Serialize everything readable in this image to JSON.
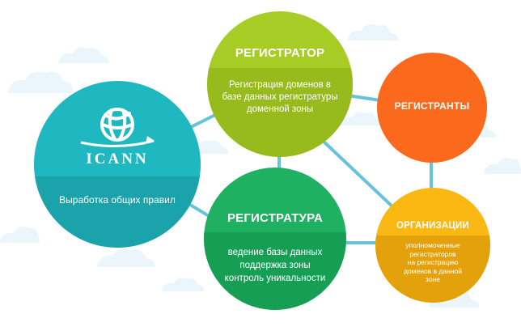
{
  "colors": {
    "connector": "#67c3dc",
    "cloud": "#eaf6fb",
    "icann": "#1fb7c0",
    "registrar": "#a7cc26",
    "registrants": "#fb6a1c",
    "registry": "#1fb062",
    "organizations": "#fbb812"
  },
  "nodes": {
    "icann": {
      "logo_icon": "globe-icon",
      "logo_text": "ICANN",
      "desc": "Выработка общих правил"
    },
    "registrar": {
      "title": "РЕГИСТРАТОР",
      "desc_lines": [
        "Регистрация доменов в",
        "базе данных регистратуры",
        "доменной зоны"
      ]
    },
    "registrants": {
      "title": "РЕГИСТРАНТЫ"
    },
    "registry": {
      "title": "РЕГИСТРАТУРА",
      "desc_lines": [
        "ведение базы данных",
        "поддержка зоны",
        "контроль уникальности"
      ]
    },
    "organizations": {
      "title": "ОРГАНИЗАЦИИ",
      "desc_lines": [
        "уполномоченные",
        "регистраторов",
        "на регистрацию",
        "доменов в данной",
        "зоне"
      ]
    }
  }
}
